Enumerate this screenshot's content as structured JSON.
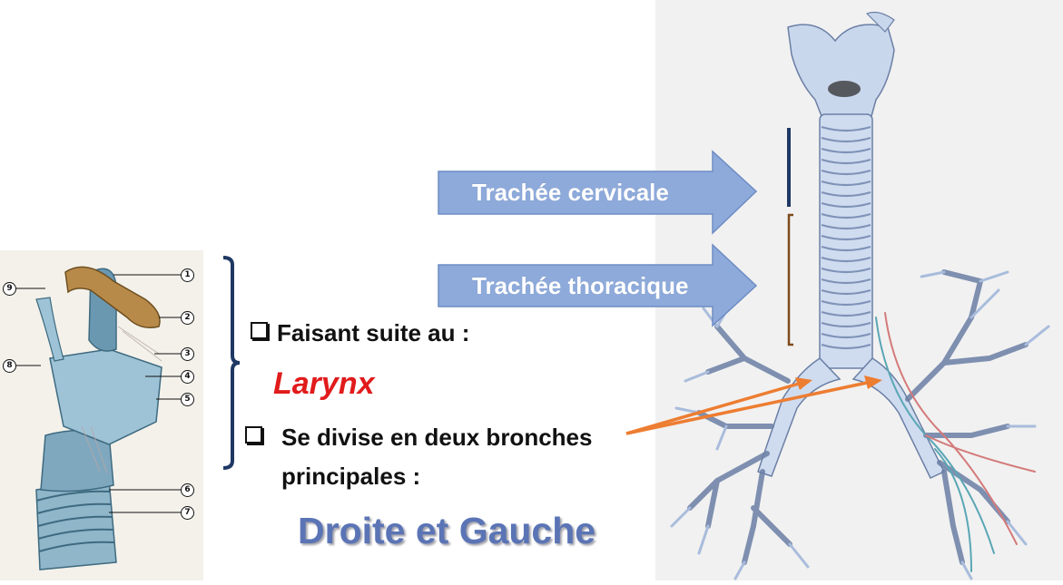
{
  "labels": {
    "cervical": "Trachée cervicale",
    "thoracic": "Trachée thoracique"
  },
  "bullets": {
    "faisant_suite": "Faisant suite au :",
    "larynx": "Larynx",
    "divise_line1": "Se divise en deux bronches",
    "divise_line2": "principales :",
    "droite_gauche": "Droite et Gauche"
  },
  "larynx_callouts": [
    "1",
    "2",
    "3",
    "4",
    "5",
    "6",
    "7",
    "8",
    "9"
  ],
  "colors": {
    "arrow_fill": "#8eaadb",
    "arrow_stroke": "#6d8cc4",
    "larynx_text": "#e11b1b",
    "droite_gauche_text": "#5a74b5",
    "cervical_bracket": "#1f3864",
    "thoracic_bracket": "#7f4a1c",
    "pointer_arrows": "#ed7d31"
  }
}
